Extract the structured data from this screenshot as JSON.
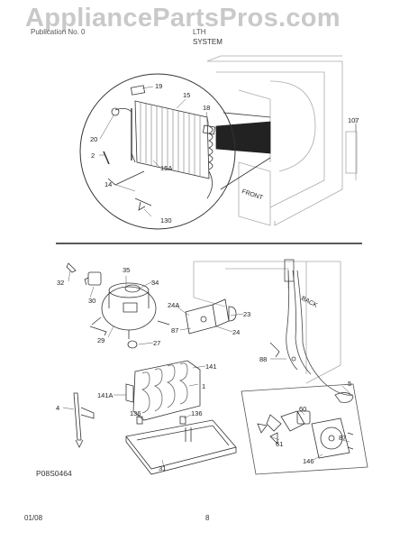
{
  "watermark": "AppliancePartsPros.com",
  "header": {
    "left_text": "Publication No. 0",
    "right_text": "LTH",
    "section": "SYSTEM"
  },
  "figure_code": "P08S0464",
  "footer": {
    "date": "01/08",
    "page": "8"
  },
  "callouts": {
    "top": [
      "19",
      "15",
      "18",
      "107",
      "20",
      "2",
      "15A",
      "14",
      "130"
    ],
    "bottom": [
      "32",
      "35",
      "34",
      "30",
      "24A",
      "23",
      "87",
      "24",
      "29",
      "27",
      "88",
      "141",
      "1",
      "141A",
      "4",
      "136",
      "136",
      "5",
      "60",
      "61",
      "87",
      "146",
      "31"
    ]
  },
  "labels": {
    "front": "FRONT",
    "back": "BACK"
  }
}
